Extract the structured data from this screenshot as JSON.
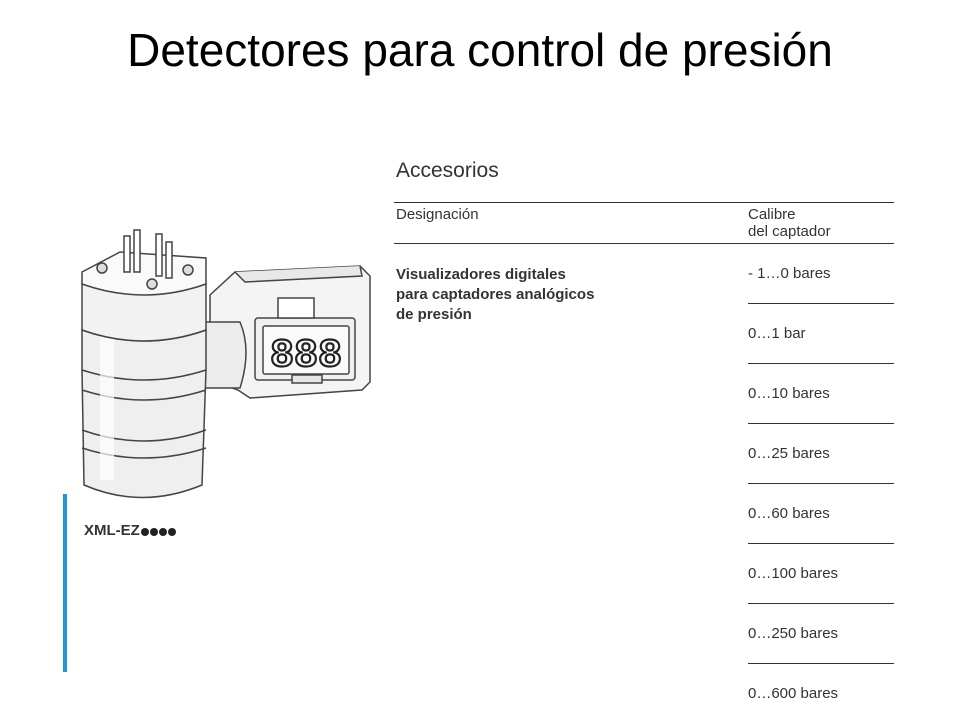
{
  "slide": {
    "title": "Detectores para control de presión"
  },
  "accessories": {
    "heading": "Accesorios",
    "columns": {
      "designation": "Designación",
      "range_line1": "Calibre",
      "range_line2": "del captador"
    },
    "designation_lines": [
      "Visualizadores digitales",
      "para captadores analógicos",
      "de presión"
    ],
    "ranges": [
      "- 1…0 bares",
      "0…1 bar",
      "0…10 bares",
      "0…25 bares",
      "0…60 bares",
      "0…100 bares",
      "0…250 bares",
      "0…600 bares"
    ]
  },
  "product": {
    "reference_prefix": "XML-EZ",
    "display_digits": "888",
    "accent_color": "#1a9ad6"
  }
}
